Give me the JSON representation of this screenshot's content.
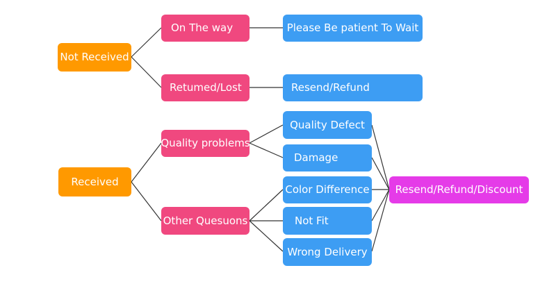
{
  "colors": {
    "status": "#ff9900",
    "issue": "#f0487f",
    "action": "#3d9df3",
    "final": "#e53be8",
    "connector": "#333333",
    "text": "#ffffff"
  },
  "nodes": {
    "not_received": "Not Received",
    "received": "Received",
    "on_the_way": "On The way",
    "returned_lost": "Retumed/Lost",
    "quality_problems": "Quality problems",
    "other_questions": "Other Quesuons",
    "please_wait": "Please Be patient To Wait",
    "resend_refund": "Resend/Refund",
    "quality_defect": "Quality Defect",
    "damage": "Damage",
    "color_difference": "Color Difference",
    "not_fit": "Not Fit",
    "wrong_delivery": "Wrong Delivery",
    "resend_refund_discount": "Resend/Refund/Discount"
  }
}
